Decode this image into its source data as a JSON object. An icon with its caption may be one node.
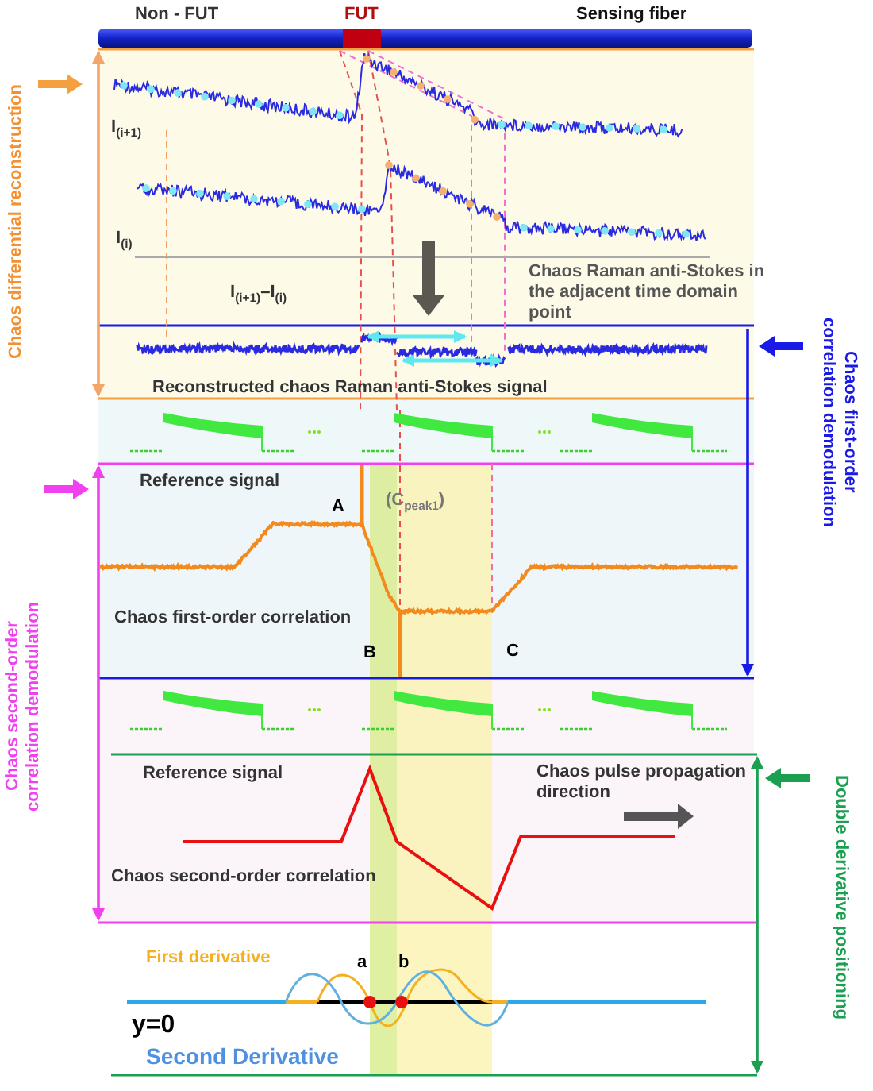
{
  "diagram": {
    "labels": [
      "Non - FUT",
      "FUT",
      "Sensing fiber",
      "Chaos differential reconstruction",
      "I$_{(i+1)}$",
      "I$_{(i)}$",
      "I$_{(i+1)}$–I$_{(i)}$",
      "Chaos Raman anti-Stokes in the adjacent time domain point",
      "Chaos first-order correlation demodulation",
      "Reconstructed chaos Raman anti-Stokes signal",
      "Reference signal",
      "A",
      "(C$_{peak1}$)",
      "Chaos second-order correlation demodulation",
      "Chaos first-order correlation",
      "B",
      "C",
      "Reference signal",
      "Chaos pulse propagation direction",
      "Double derivative positioning",
      "Chaos second-order correlation",
      "First derivative",
      "a",
      "b",
      "y=0",
      "Second Derivative"
    ]
  }
}
